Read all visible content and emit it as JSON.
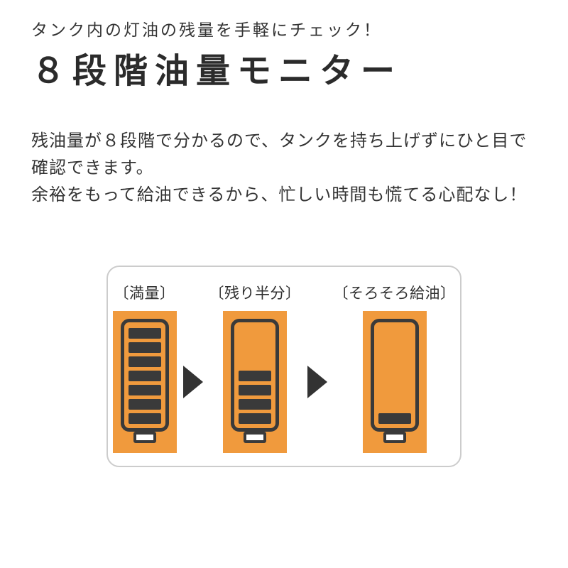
{
  "header": {
    "tagline": "タンク内の灯油の残量を手軽にチェック！",
    "title": "８段階油量モニター"
  },
  "description": {
    "lines": [
      "残油量が８段階で分かるので、タンクを持ち上げずにひと目で",
      "確認できます。",
      "余裕をもって給油できるから、忙しい時間も慌てる心配なし！"
    ]
  },
  "diagram": {
    "stages": [
      {
        "label": "〔満量〕",
        "bars": 7
      },
      {
        "label": "〔残り半分〕",
        "bars": 4
      },
      {
        "label": "〔そろそろ給油〕",
        "bars": 1
      }
    ],
    "colors": {
      "tank_bg": "#f09a3d",
      "outline": "#3a3a3a",
      "arrow": "#333333",
      "box_border": "#cccccc",
      "text": "#333333"
    }
  }
}
